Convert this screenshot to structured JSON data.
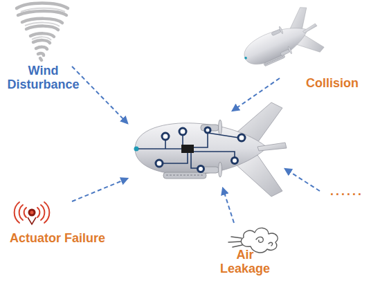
{
  "diagram": {
    "labels": [
      "Wind Disturbance",
      "Collision",
      "Actuator Failure",
      "Air Leakage",
      "......"
    ]
  }
}
